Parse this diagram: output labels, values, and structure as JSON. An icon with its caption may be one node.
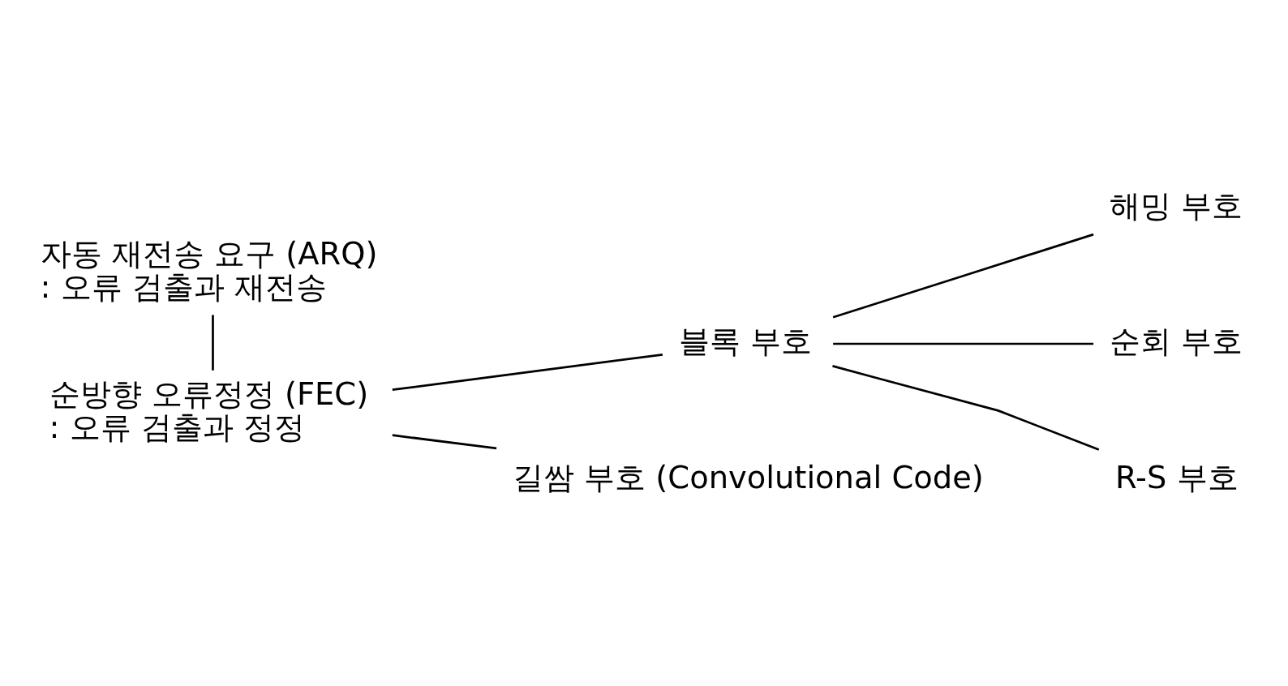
{
  "diagram": {
    "nodes": [
      {
        "text": [
          "자동 재전송 요구 (ARQ)",
          ": 오류 검출과 재전송"
        ]
      },
      {
        "text": [
          "순방향 오류정정 (FEC)",
          ": 오류 검출과 정정"
        ]
      },
      {
        "text": [
          "블록 부호"
        ]
      },
      {
        "text": [
          "길쌈 부호 (Convolutional Code)"
        ]
      },
      {
        "text": [
          "해밍 부호"
        ]
      },
      {
        "text": [
          "순회 부호"
        ]
      },
      {
        "text": [
          "R-S 부호"
        ]
      }
    ],
    "edges": [
      {
        "from": 0,
        "to": 1,
        "arrow": "none"
      },
      {
        "from": 1,
        "to": 2,
        "arrow": "none"
      },
      {
        "from": 1,
        "to": 3,
        "arrow": "none"
      },
      {
        "from": 2,
        "to": 4,
        "arrow": "none"
      },
      {
        "from": 2,
        "to": 5,
        "arrow": "none"
      },
      {
        "from": 2,
        "to": 6,
        "arrow": "none"
      }
    ]
  }
}
